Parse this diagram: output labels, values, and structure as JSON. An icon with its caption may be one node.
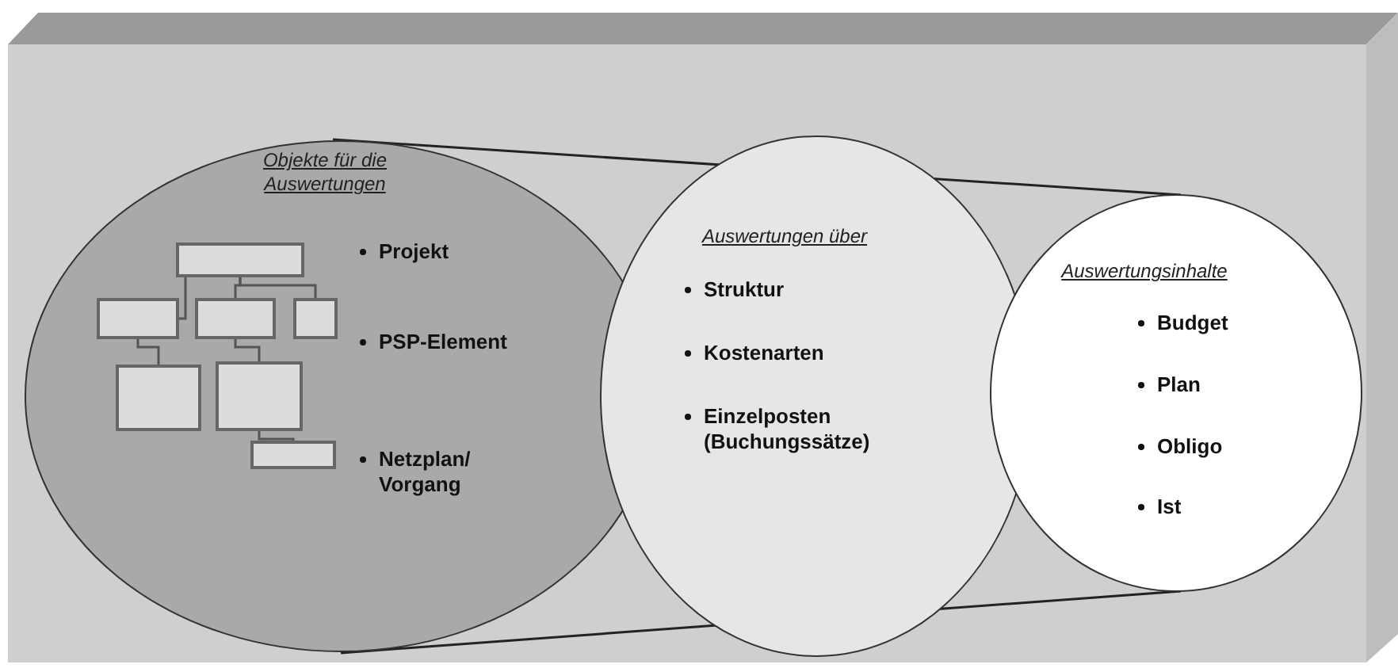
{
  "diagram": {
    "nodes": [
      {
        "text": [
          "Objekte für die Auswertungen",
          "Projekt",
          "PSP-Element",
          "Netzplan/ Vorgang"
        ]
      },
      {
        "text": [
          "Auswertungen über",
          "Struktur",
          "Kostenarten",
          "Einzelposten (Buchungssätze)"
        ]
      },
      {
        "text": [
          "Auswertungsinhalte",
          "Budget",
          "Plan",
          "Obligo",
          "Ist"
        ]
      },
      {
        "text": [],
        "shape": "box",
        "in": 0
      },
      {
        "text": [],
        "shape": "box",
        "in": 0
      },
      {
        "text": [],
        "shape": "box",
        "in": 0
      },
      {
        "text": [],
        "shape": "box",
        "in": 0
      },
      {
        "text": [],
        "shape": "box",
        "in": 0
      },
      {
        "text": [],
        "shape": "box",
        "in": 0
      },
      {
        "text": [],
        "shape": "box",
        "in": 0
      }
    ],
    "edges": [
      {
        "from": 3,
        "to": 4,
        "arrow": "none"
      },
      {
        "from": 3,
        "to": 5,
        "arrow": "none"
      },
      {
        "from": 3,
        "to": 6,
        "arrow": "none"
      },
      {
        "from": 4,
        "to": 7,
        "arrow": "none"
      },
      {
        "from": 5,
        "to": 8,
        "arrow": "none"
      },
      {
        "from": 8,
        "to": 9,
        "arrow": "none"
      }
    ]
  }
}
